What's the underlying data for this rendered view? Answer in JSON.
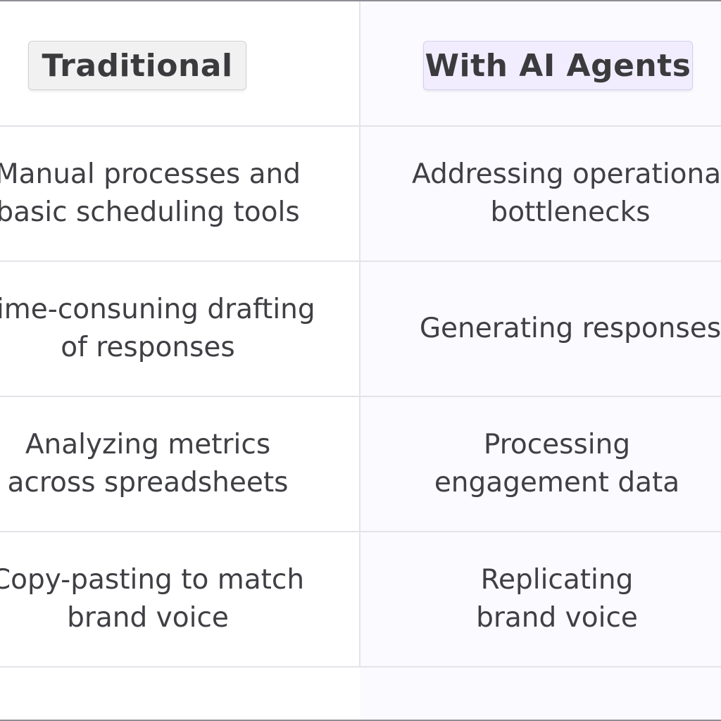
{
  "table": {
    "headers": {
      "left": "Traditional",
      "right": "With AI Agents"
    },
    "rows": [
      {
        "traditional": [
          "Manual processes and",
          "basic scheduling tools"
        ],
        "ai": [
          "Addressing operational",
          "bottlenecks"
        ]
      },
      {
        "traditional": [
          "Time-consuning drafting",
          "of responses"
        ],
        "ai": [
          "Generating responses"
        ]
      },
      {
        "traditional": [
          "Analyzing metrics",
          "across spreadsheets"
        ],
        "ai": [
          "Processing",
          "engagement data"
        ]
      },
      {
        "traditional": [
          "Copy-pasting to match",
          "brand voice"
        ],
        "ai": [
          "Replicating",
          "brand voice"
        ]
      }
    ]
  },
  "colors": {
    "right_column_tint": "#fbfaff",
    "right_header_fill": "#f1edfe",
    "left_header_fill": "#f1f1f2",
    "grid_line": "#e3e3e8",
    "text": "#3f3f44"
  }
}
